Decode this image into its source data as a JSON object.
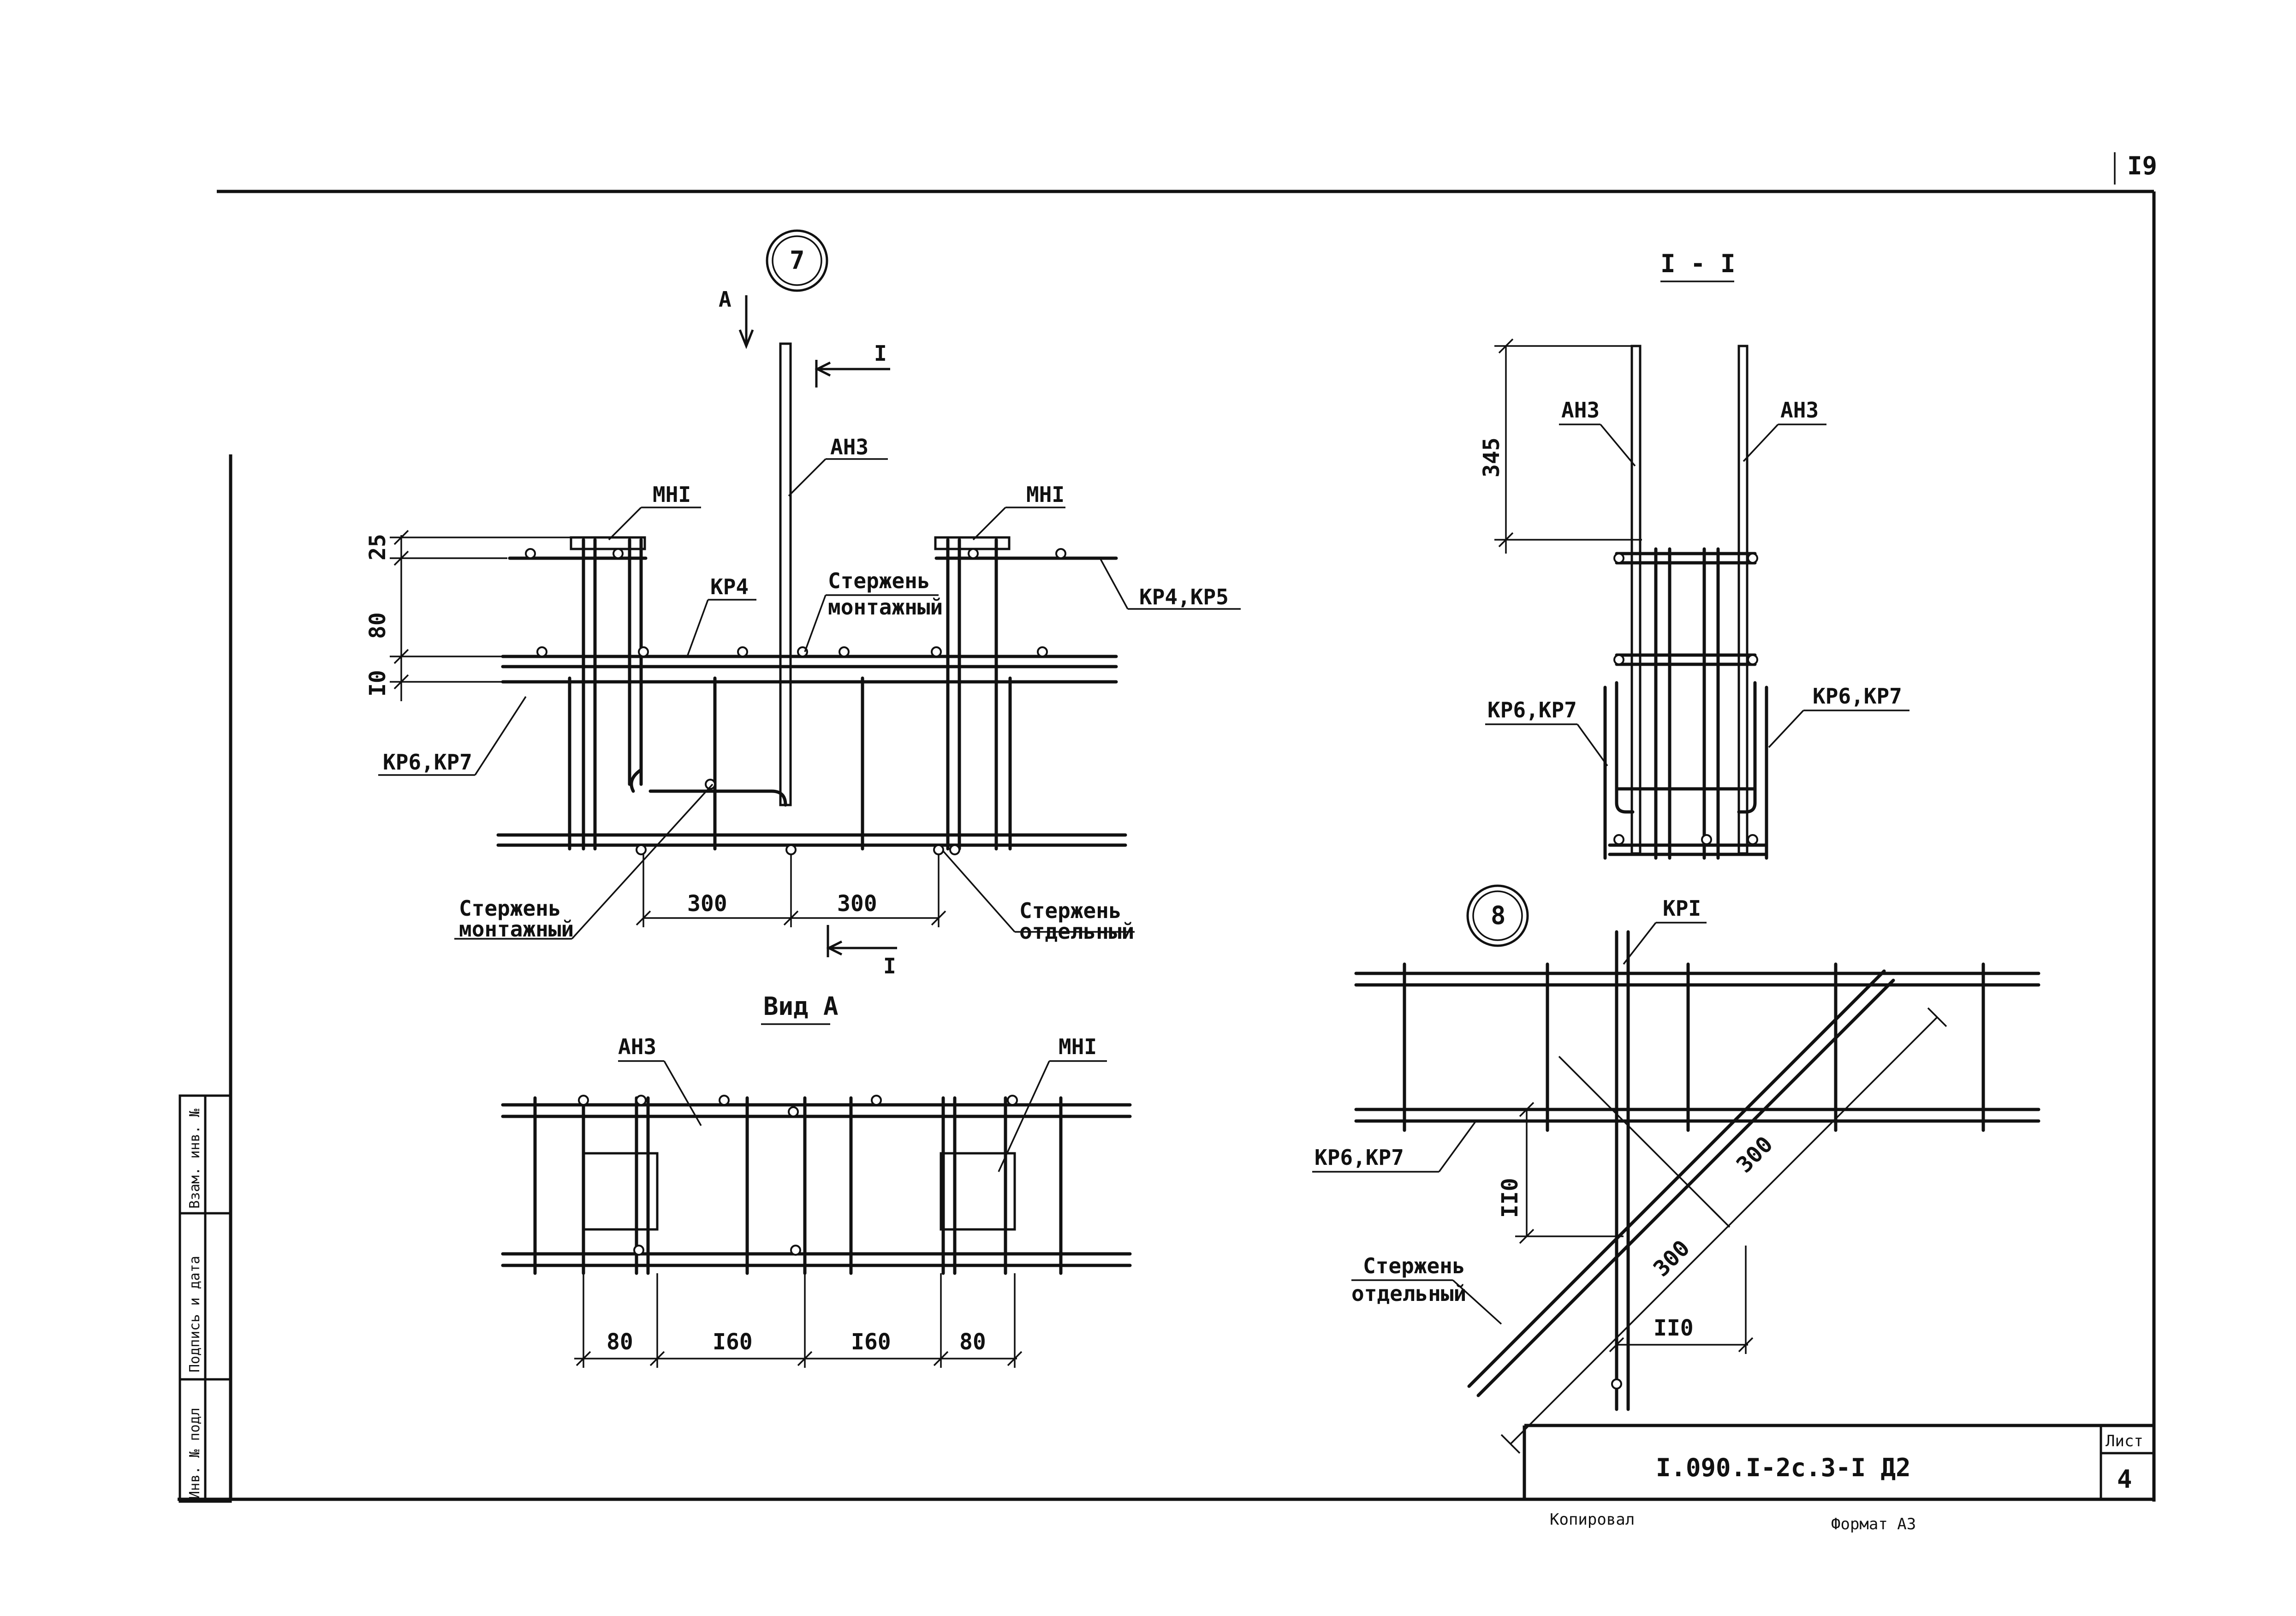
{
  "sheet": {
    "page_number": "I9",
    "designation": "I.090.I-2c.3-I Д2",
    "sheet_label": "Лист",
    "sheet_number": "4",
    "copied_label": "Копировал",
    "format_label": "Формат А3",
    "side_stamp": [
      "Инв. № подл",
      "Подпись и дата",
      "Взам. инв. №"
    ]
  },
  "node7": {
    "number": "7",
    "arrow_a": "А",
    "cut_mark_top": "I",
    "cut_mark_bottom": "I",
    "labels": {
      "an3": "АН3",
      "mn1_left": "МНI",
      "mn1_right": "МНI",
      "kr4": "КР4",
      "kr4_kr5": "КР4,КР5",
      "rod_mount_1": "Стержень",
      "rod_mount_1b": "монтажный",
      "rod_mount_2": "Стержень",
      "rod_mount_2b": "монтажный",
      "rod_sep": "Стержень",
      "rod_sep_b": "отдельный",
      "kr6_kr7": "КР6,КР7"
    },
    "dims": {
      "d25": "25",
      "d80": "80",
      "d10": "I0",
      "d300_left": "300",
      "d300_right": "300"
    }
  },
  "section_1": {
    "title": "I - I",
    "an3_left": "АН3",
    "an3_right": "АН3",
    "dim_345": "345",
    "kr6_kr7_left": "КР6,КР7",
    "kr6_kr7_right": "КР6,КР7"
  },
  "view_a": {
    "title": "Вид А",
    "an3": "АН3",
    "mn1": "МНI",
    "dims": [
      "80",
      "I60",
      "I60",
      "80"
    ]
  },
  "node8": {
    "number": "8",
    "kr1": "КРI",
    "kr6_kr7": "КР6,КР7",
    "rod_sep": "Стержень",
    "rod_sep_b": "отдельный",
    "d110_vertical": "II0",
    "d110_horizontal": "II0",
    "d300_upper": "300",
    "d300_lower": "300"
  }
}
